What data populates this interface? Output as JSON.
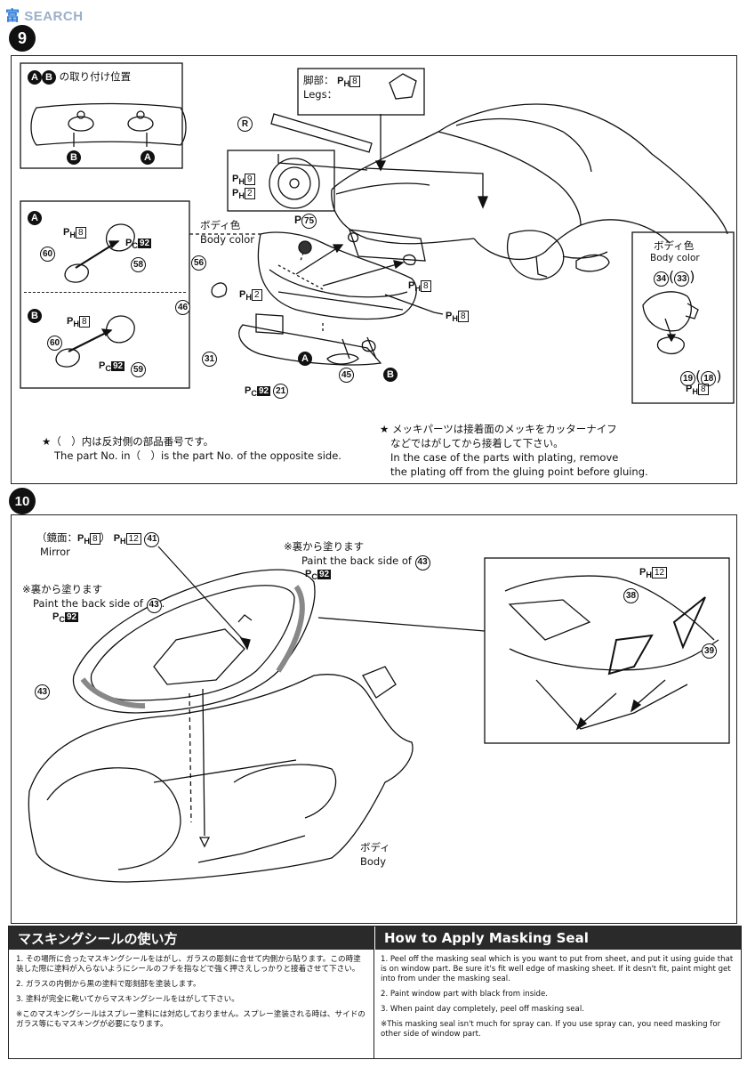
{
  "watermark": {
    "cn": "富",
    "text": "SEARCH"
  },
  "steps": {
    "s9": "9",
    "s10": "10"
  },
  "step9": {
    "ab_caption": "の取り付け位置",
    "legs_jp": "脚部：",
    "legs_en": "Legs：",
    "ph": "P",
    "ph_sub": "H",
    "pc": "P",
    "pc_sub": "C",
    "body_color_jp": "ボディ色",
    "body_color_en": "Body color",
    "note_left_jp": "★（　）内は反対側の部品番号です。",
    "note_left_en": "The part No. in（　）is the part No. of the opposite side.",
    "note_right_jp1": "★ メッキパーツは接着面のメッキをカッターナイフ",
    "note_right_jp2": "などではがしてから接着して下さい。",
    "note_right_en1": "In the case of the parts with plating, remove",
    "note_right_en2": "the plating off from the gluing point before gluing.",
    "labels": {
      "A": "A",
      "B": "B",
      "R": "R",
      "P": "P"
    },
    "nums": {
      "n8": "8",
      "n9": "9",
      "n2": "2",
      "n92": "92",
      "n75": "75",
      "n60": "60",
      "n58": "58",
      "n59": "59",
      "n56": "56",
      "n46": "46",
      "n31": "31",
      "n21": "21",
      "n45": "45",
      "n34": "34",
      "n33": "33",
      "n19": "19",
      "n18": "18"
    }
  },
  "step10": {
    "mirror_jp": "（鏡面：",
    "mirror_close": "）",
    "mirror_en": "Mirror",
    "back_jp": "※裏から塗ります",
    "back_en": "Paint the back side of",
    "body_jp": "ボディ",
    "body_en": "Body",
    "nums": {
      "n41": "41",
      "n43": "43",
      "n12": "12",
      "n38": "38",
      "n39": "39",
      "n8": "8",
      "n92": "92"
    }
  },
  "footer": {
    "jp_title": "マスキングシールの使い方",
    "en_title": "How to Apply Masking Seal",
    "jp1": "1. その場所に合ったマスキングシールをはがし、ガラスの彫刻に合せて内側から貼ります。この時塗装した際に塗料が入らないようにシールのフチを指などで強く押さえしっかりと接着させて下さい。",
    "jp2": "2. ガラスの内側から黒の塗料で彫刻部を塗装します。",
    "jp3": "3. 塗料が完全に乾いてからマスキングシールをはがして下さい。",
    "jp4": "※このマスキングシールはスプレー塗料には対応しておりません。スプレー塗装される時は、サイドのガラス等にもマスキングが必要になります。",
    "en1": "1. Peel off the masking seal which is you want to put from sheet, and put it using guide that is on window part. Be sure it's fit well edge of masking sheet. If it desn't fit, paint might get into from under the masking seal.",
    "en2": "2. Paint window part with black from inside.",
    "en3": "3. When paint day completely, peel off masking seal.",
    "en4": "※This masking seal isn't much for spray can. If you use spray can, you need masking for other side of window part."
  }
}
